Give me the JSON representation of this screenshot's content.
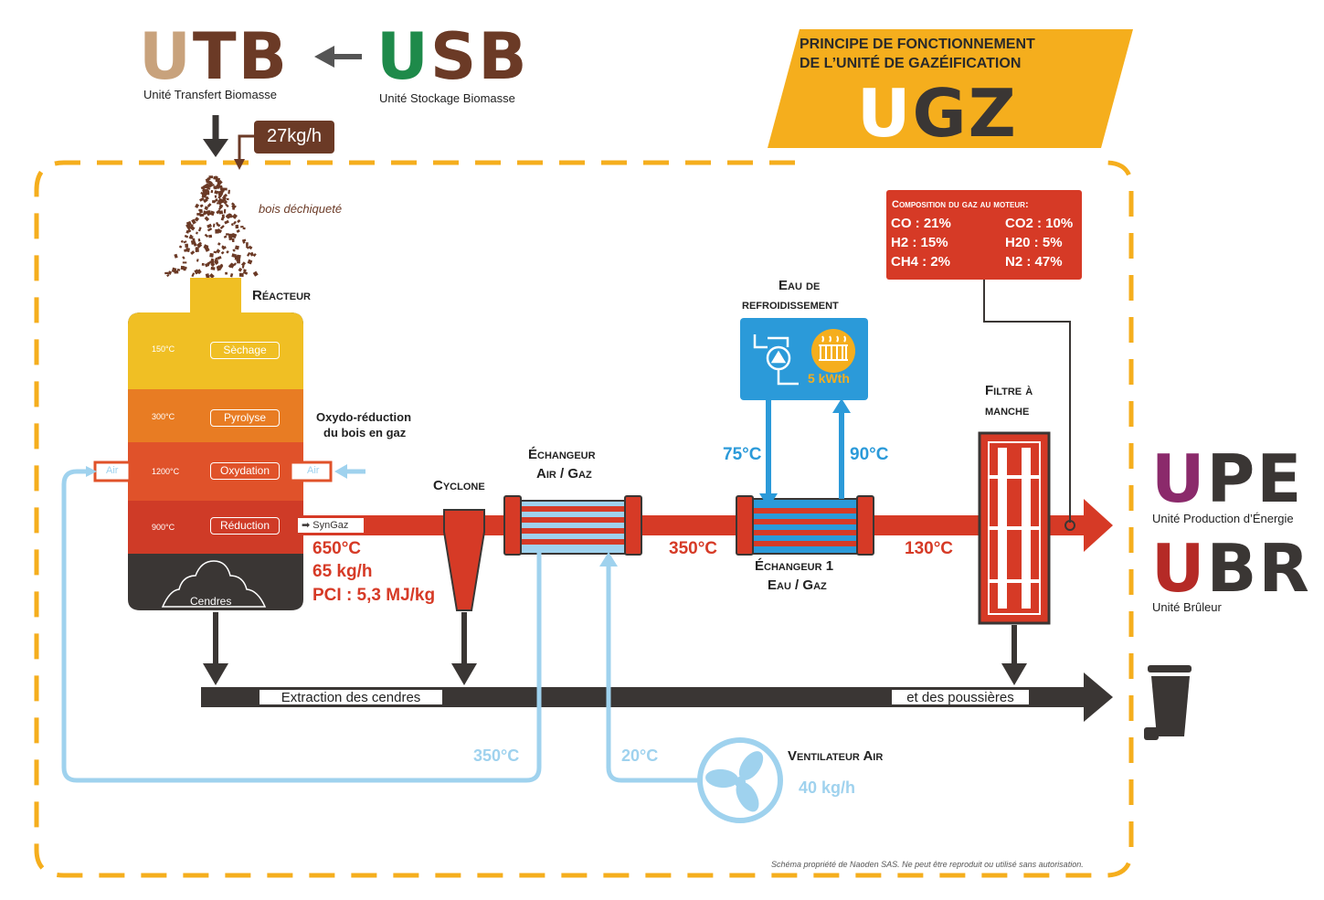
{
  "logos": {
    "utb": {
      "text": "UTB",
      "subtitle": "Unité Transfert Biomasse"
    },
    "usb": {
      "text": "USB",
      "subtitle": "Unité Stockage Biomasse"
    },
    "ugz": {
      "text": "UGZ"
    },
    "upe": {
      "text": "UPE",
      "subtitle": "Unité Production d’Énergie"
    },
    "ubr": {
      "text": "UBR",
      "subtitle": "Unité Brûleur"
    }
  },
  "header": {
    "title_line1": "PRINCIPE DE FONCTIONNEMENT",
    "title_line2": "DE L’UNITÉ DE GAZÉIFICATION"
  },
  "feed": {
    "rate": "27kg/h",
    "material": "bois déchiqueté"
  },
  "reactor": {
    "title": "Réacteur",
    "zones": [
      {
        "temp": "150°C",
        "label": "Sèchage",
        "color": "#f0bf24"
      },
      {
        "temp": "300°C",
        "label": "Pyrolyse",
        "color": "#e87c23"
      },
      {
        "temp": "1200°C",
        "label": "Oxydation",
        "color": "#e0522a"
      },
      {
        "temp": "900°C",
        "label": "Réduction",
        "color": "#cf3b27"
      }
    ],
    "ash_label": "Cendres",
    "air_left": "Air",
    "air_right": "Air",
    "oxydo_line1": "Oxydo-réduction",
    "oxydo_line2": "du bois en gaz",
    "syngas_label": "SynGaz",
    "output_temp": "650°C",
    "output_flow": "65 kg/h",
    "output_pci": "PCI : 5,3 MJ/kg"
  },
  "cyclone": {
    "label": "Cyclone"
  },
  "exchanger_air": {
    "line1": "Échangeur",
    "line2": "Air / Gaz"
  },
  "gas_temp_after_air_exchanger": "350°C",
  "cooling": {
    "line1": "Eau de",
    "line2": "refroidissement",
    "power": "5 kWth",
    "temp_in": "75°C",
    "temp_out": "90°C"
  },
  "exchanger_water": {
    "line1": "Échangeur 1",
    "line2": "Eau / Gaz"
  },
  "gas_temp_after_water_exchanger": "130°C",
  "filter": {
    "line1": "Filtre à",
    "line2": "manche"
  },
  "gas_composition": {
    "title": "Composition du gaz au moteur:",
    "items": [
      "CO : 21%",
      "CO2 : 10%",
      "H2 : 15%",
      "H20 : 5%",
      "CH4 : 2%",
      "N2 : 47%"
    ]
  },
  "extraction": {
    "label_left": "Extraction des cendres",
    "label_right": "et des poussières"
  },
  "air_loop": {
    "hot_temp": "350°C",
    "cold_temp": "20°C"
  },
  "fan": {
    "label": "Ventilateur Air",
    "flow": "40 kg/h"
  },
  "footer": {
    "copyright": "Schéma propriété de Naoden SAS. Ne peut être reproduit ou utilisé sans autorisation."
  },
  "colors": {
    "orange": "#f5ae1d",
    "red": "#d63a26",
    "brown": "#6b3a26",
    "tan": "#c8a27c",
    "green": "#1e8a4a",
    "dark": "#3a3634",
    "lightblue": "#9fd2ee",
    "blue": "#2b9ad9",
    "purple": "#8b2a6b",
    "darkred": "#b52a26"
  }
}
